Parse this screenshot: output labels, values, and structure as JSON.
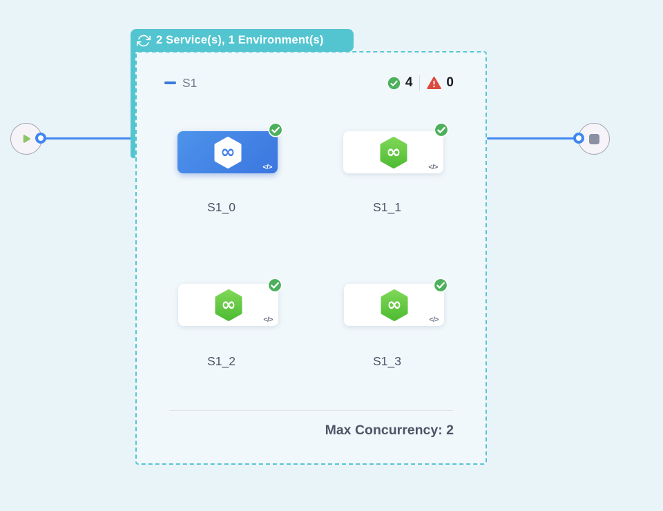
{
  "badge": {
    "icon": "cycle-icon",
    "label": "2 Service(s), 1 Environment(s)"
  },
  "group": {
    "collapse_icon": "minus-icon",
    "title": "S1",
    "status": {
      "success_icon": "check-circle-icon",
      "success_count": "4",
      "error_icon": "warning-triangle-icon",
      "error_count": "0"
    },
    "footer": {
      "max_concurrency": "Max Concurrency: 2"
    }
  },
  "services": [
    {
      "label": "S1_0",
      "selected": true,
      "status": "success"
    },
    {
      "label": "S1_1",
      "selected": false,
      "status": "success"
    },
    {
      "label": "S1_2",
      "selected": false,
      "status": "success"
    },
    {
      "label": "S1_3",
      "selected": false,
      "status": "success"
    }
  ],
  "flow": {
    "start_node_icon": "play-icon",
    "end_node_icon": "stop-icon"
  },
  "icons": {
    "code_glyph": "</>",
    "infinity_glyph": "∞",
    "service_icon": "hexagon-infinity-icon",
    "status_badge": "check-badge-icon"
  },
  "colors": {
    "canvas_bg": "#e9f4f9",
    "panel_bg": "#f1f8fb",
    "accent_teal": "#52c5d0",
    "edge_blue": "#3f86f2",
    "success_green": "#4cb05c",
    "error_red": "#dc4a3d",
    "selected_card_from": "#4d93ea",
    "selected_card_to": "#3b76e0",
    "hexagon_green_from": "#7ed657",
    "hexagon_green_to": "#4fbc33",
    "node_gray": "#8b90a2"
  }
}
